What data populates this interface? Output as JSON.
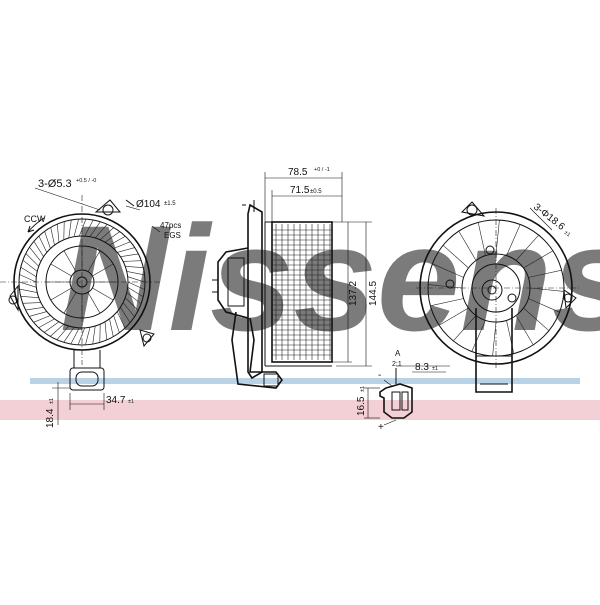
{
  "watermark": {
    "text": "Nissens",
    "band_color": "#f3cfd6",
    "stripe_color": "#b9d2e6",
    "letter_color": "#c8d9ea"
  },
  "labels": {
    "holes": "3-Ø5.3",
    "holes_tol": "+0.5 / -0",
    "diameter": "Ø104",
    "diameter_tol": "±1.5",
    "ccw": "CCW",
    "speed": "47pcs",
    "egs": "EGS",
    "width_785": "78.5",
    "width_785_tol": "+0 / -1",
    "width_715": "71.5",
    "width_715_tol": "±0.5",
    "height_1372": "137.2",
    "height_1445": "144.5",
    "radius": "3-Φ18.6",
    "radius_tol": "±1",
    "conn_width": "34.7",
    "conn_width_tol": "±1",
    "conn_h": "18.4",
    "conn_h_tol": "±1",
    "pin_view": "A",
    "pin_scale": "2:1",
    "pin_pitch": "8.3",
    "pin_pitch_tol": "±1",
    "pin_h": "16.5",
    "pin_h_tol": "±1",
    "minus": "-",
    "plus": "+"
  }
}
